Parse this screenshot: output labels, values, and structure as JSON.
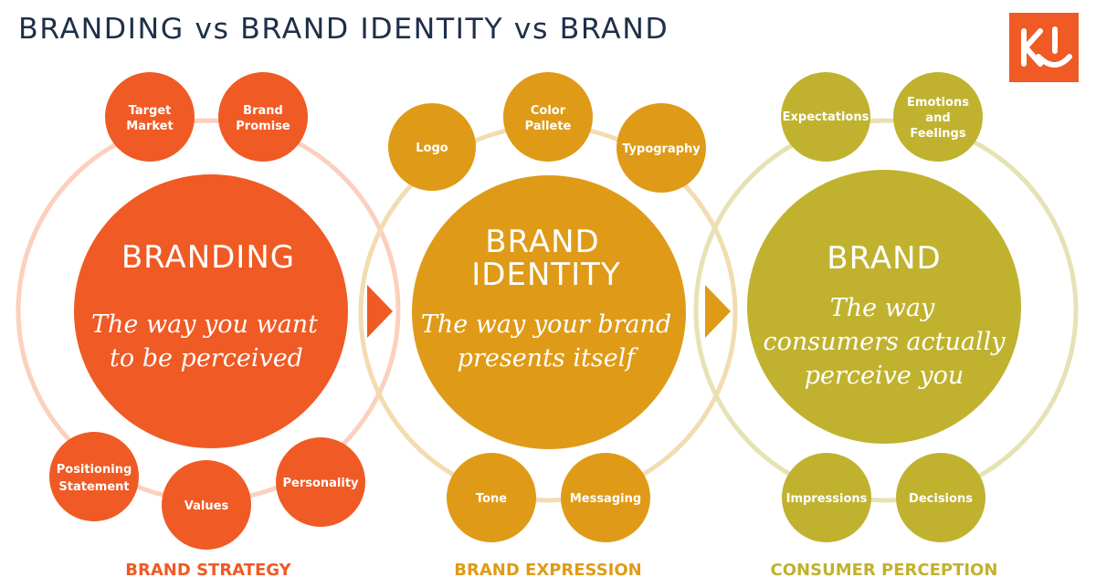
{
  "title": "BRANDING vs BRAND IDENTITY vs BRAND",
  "logo_text": "KJ",
  "colors": {
    "branding": "#f05a24",
    "branding_ring": "#fbd0bd",
    "identity": "#df9b17",
    "identity_ring": "#f2dcb0",
    "brand": "#c0b22f",
    "brand_ring": "#e6e2b5",
    "title": "#1e2f4a"
  },
  "sections": [
    {
      "heading": [
        "BRANDING"
      ],
      "tagline": [
        "The way you want",
        "to be perceived"
      ],
      "footer": "BRAND STRATEGY",
      "items": [
        [
          "Target",
          "Market"
        ],
        [
          "Brand",
          "Promise"
        ],
        [
          "Positioning",
          "Statement"
        ],
        [
          "Values"
        ],
        [
          "Personality"
        ]
      ]
    },
    {
      "heading": [
        "BRAND",
        "IDENTITY"
      ],
      "tagline": [
        "The way your brand",
        "presents itself"
      ],
      "footer": "BRAND EXPRESSION",
      "items": [
        [
          "Logo"
        ],
        [
          "Color",
          "Pallete"
        ],
        [
          "Typography"
        ],
        [
          "Tone"
        ],
        [
          "Messaging"
        ]
      ]
    },
    {
      "heading": [
        "BRAND"
      ],
      "tagline": [
        "The way",
        "consumers actually",
        "perceive you"
      ],
      "footer": "CONSUMER PERCEPTION",
      "items": [
        [
          "Expectations"
        ],
        [
          "Emotions",
          "and",
          "Feelings"
        ],
        [
          "Impressions"
        ],
        [
          "Decisions"
        ]
      ]
    }
  ]
}
